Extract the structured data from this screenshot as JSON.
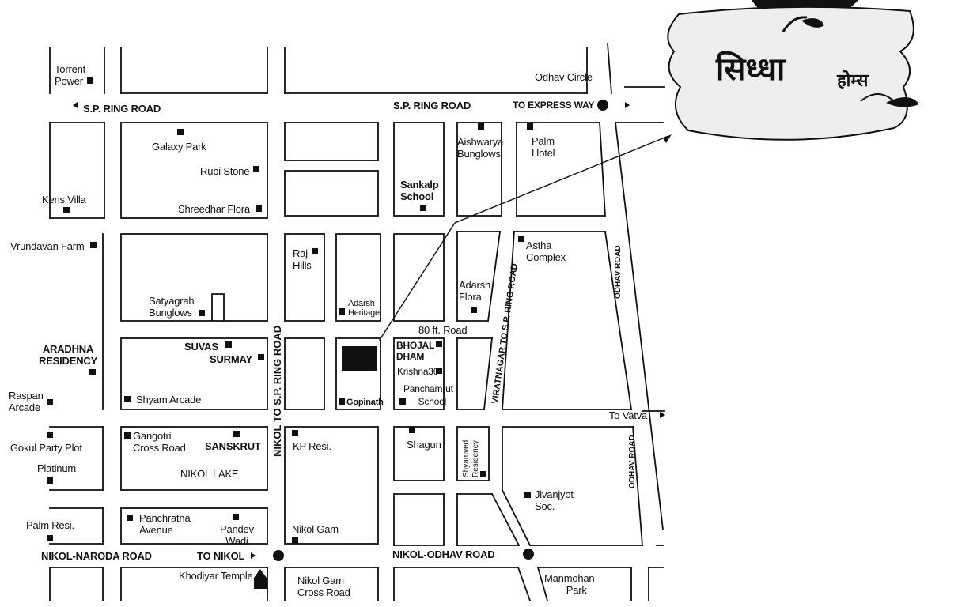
{
  "roads": {
    "sp_ring_road_left": "S.P. RING ROAD",
    "sp_ring_road_mid": "S.P. RING ROAD",
    "to_express_way": "TO EXPRESS WAY",
    "odhav_circle": "Odhav Circle",
    "nikol_to_sp_ring_road": "NIKOL TO S.P. RING ROAD",
    "viratnagar_to_sp_ring_road": "VIRATNAGAR TO S.P. RING ROAD",
    "odhav_road_top": "ODHAV ROAD",
    "odhav_road_bottom": "ODHAV ROAD",
    "eighty_ft_road": "80 ft. Road",
    "to_vatva": "To Vatva",
    "nikol_naroda_road": "NIKOL-NARODA ROAD",
    "to_nikol": "TO NIKOL",
    "nikol_odhav_road": "NIKOL-ODHAV ROAD"
  },
  "landmarks": {
    "torrent_power": [
      "Torrent",
      "Power"
    ],
    "galaxy_park": "Galaxy Park",
    "rubi_stone": "Rubi Stone",
    "kens_villa": "Kens Villa",
    "shreedhar_flora": "Shreedhar Flora",
    "vrundavan_farm": "Vrundavan Farm",
    "satyagrah_bunglows": [
      "Satyagrah",
      "Bunglows"
    ],
    "raj_hills": [
      "Raj",
      "Hills"
    ],
    "adarsh_heritage": [
      "Adarsh",
      "Heritage"
    ],
    "aishwarya_bunglows": [
      "Aishwarya",
      "Bunglows"
    ],
    "palm_hotel": [
      "Palm",
      "Hotel"
    ],
    "sankalp_school": [
      "Sankalp",
      "School"
    ],
    "astha_complex": [
      "Astha",
      "Complex"
    ],
    "adarsh_flora": [
      "Adarsh",
      "Flora"
    ],
    "aradhna_residency": [
      "ARADHNA",
      "RESIDENCY"
    ],
    "suvas": "SUVAS",
    "surmay": "SURMAY",
    "raspan_arcade": [
      "Raspan",
      "Arcade"
    ],
    "shyam_arcade": "Shyam Arcade",
    "gopinath": "Gopinath",
    "bhojal_dham": [
      "BHOJAL",
      "DHAM"
    ],
    "krishna30": "Krishna30",
    "panchamrut_school": [
      "Panchamrut",
      "School"
    ],
    "gokul_party_plot": "Gokul Party Plot",
    "gangotri_cross_road": [
      "Gangotri",
      "Cross Road"
    ],
    "sanskrut": "SANSKRUT",
    "kp_resi": "KP Resi.",
    "shagun": "Shagun",
    "shyamved_residency": [
      "Shyamved",
      "Residency"
    ],
    "platinum": "Platinum",
    "nikol_lake": "NIKOL LAKE",
    "jivanjyot_soc": [
      "Jivanjyot",
      "Soc."
    ],
    "palm_resi": "Palm Resi.",
    "panchratna_avenue": [
      "Panchratna",
      "Avenue"
    ],
    "pandev_wadi": [
      "Pandev",
      "Wadi"
    ],
    "nikol_gam": "Nikol Gam",
    "khodiyar_temple": "Khodiyar Temple",
    "nikol_gam_cross_road": [
      "Nikol Gam",
      "Cross Road"
    ],
    "manmohan_park": [
      "Manmohan",
      "Park"
    ]
  },
  "logo": {
    "main": "सिध्धा",
    "sub": "होम्स"
  },
  "colors": {
    "ink": "#111111",
    "site_block": "#111111",
    "paper": "#ffffff"
  }
}
